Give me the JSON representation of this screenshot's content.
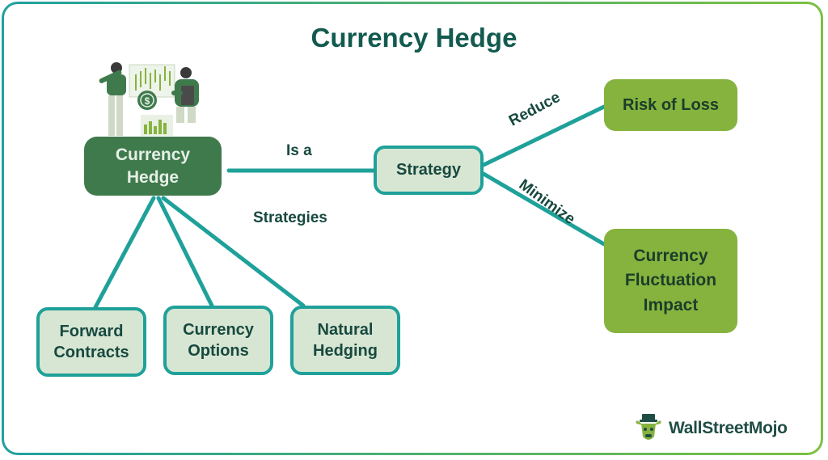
{
  "title": "Currency Hedge",
  "nodes": {
    "hub": [
      "Currency",
      "Hedge"
    ],
    "strategy": "Strategy",
    "risk_of_loss": "Risk of Loss",
    "fluctuation": [
      "Currency",
      "Fluctuation",
      "Impact"
    ],
    "forward_contracts": [
      "Forward",
      "Contracts"
    ],
    "currency_options": [
      "Currency",
      "Options"
    ],
    "natural_hedging": [
      "Natural",
      "Hedging"
    ]
  },
  "edge_labels": {
    "is_a": "Is a",
    "strategies": "Strategies",
    "reduce": "Reduce",
    "minimize": "Minimize"
  },
  "logo": {
    "text": "WallStreetMojo"
  },
  "colors": {
    "teal_line": "#1fa19a",
    "hub_fill": "#3f7a4d",
    "light_fill": "#d7e6d3",
    "green_fill": "#86b33e",
    "title_text": "#135a4f"
  },
  "icons": [
    "illustration-people-finance",
    "logo-bull-icon"
  ]
}
